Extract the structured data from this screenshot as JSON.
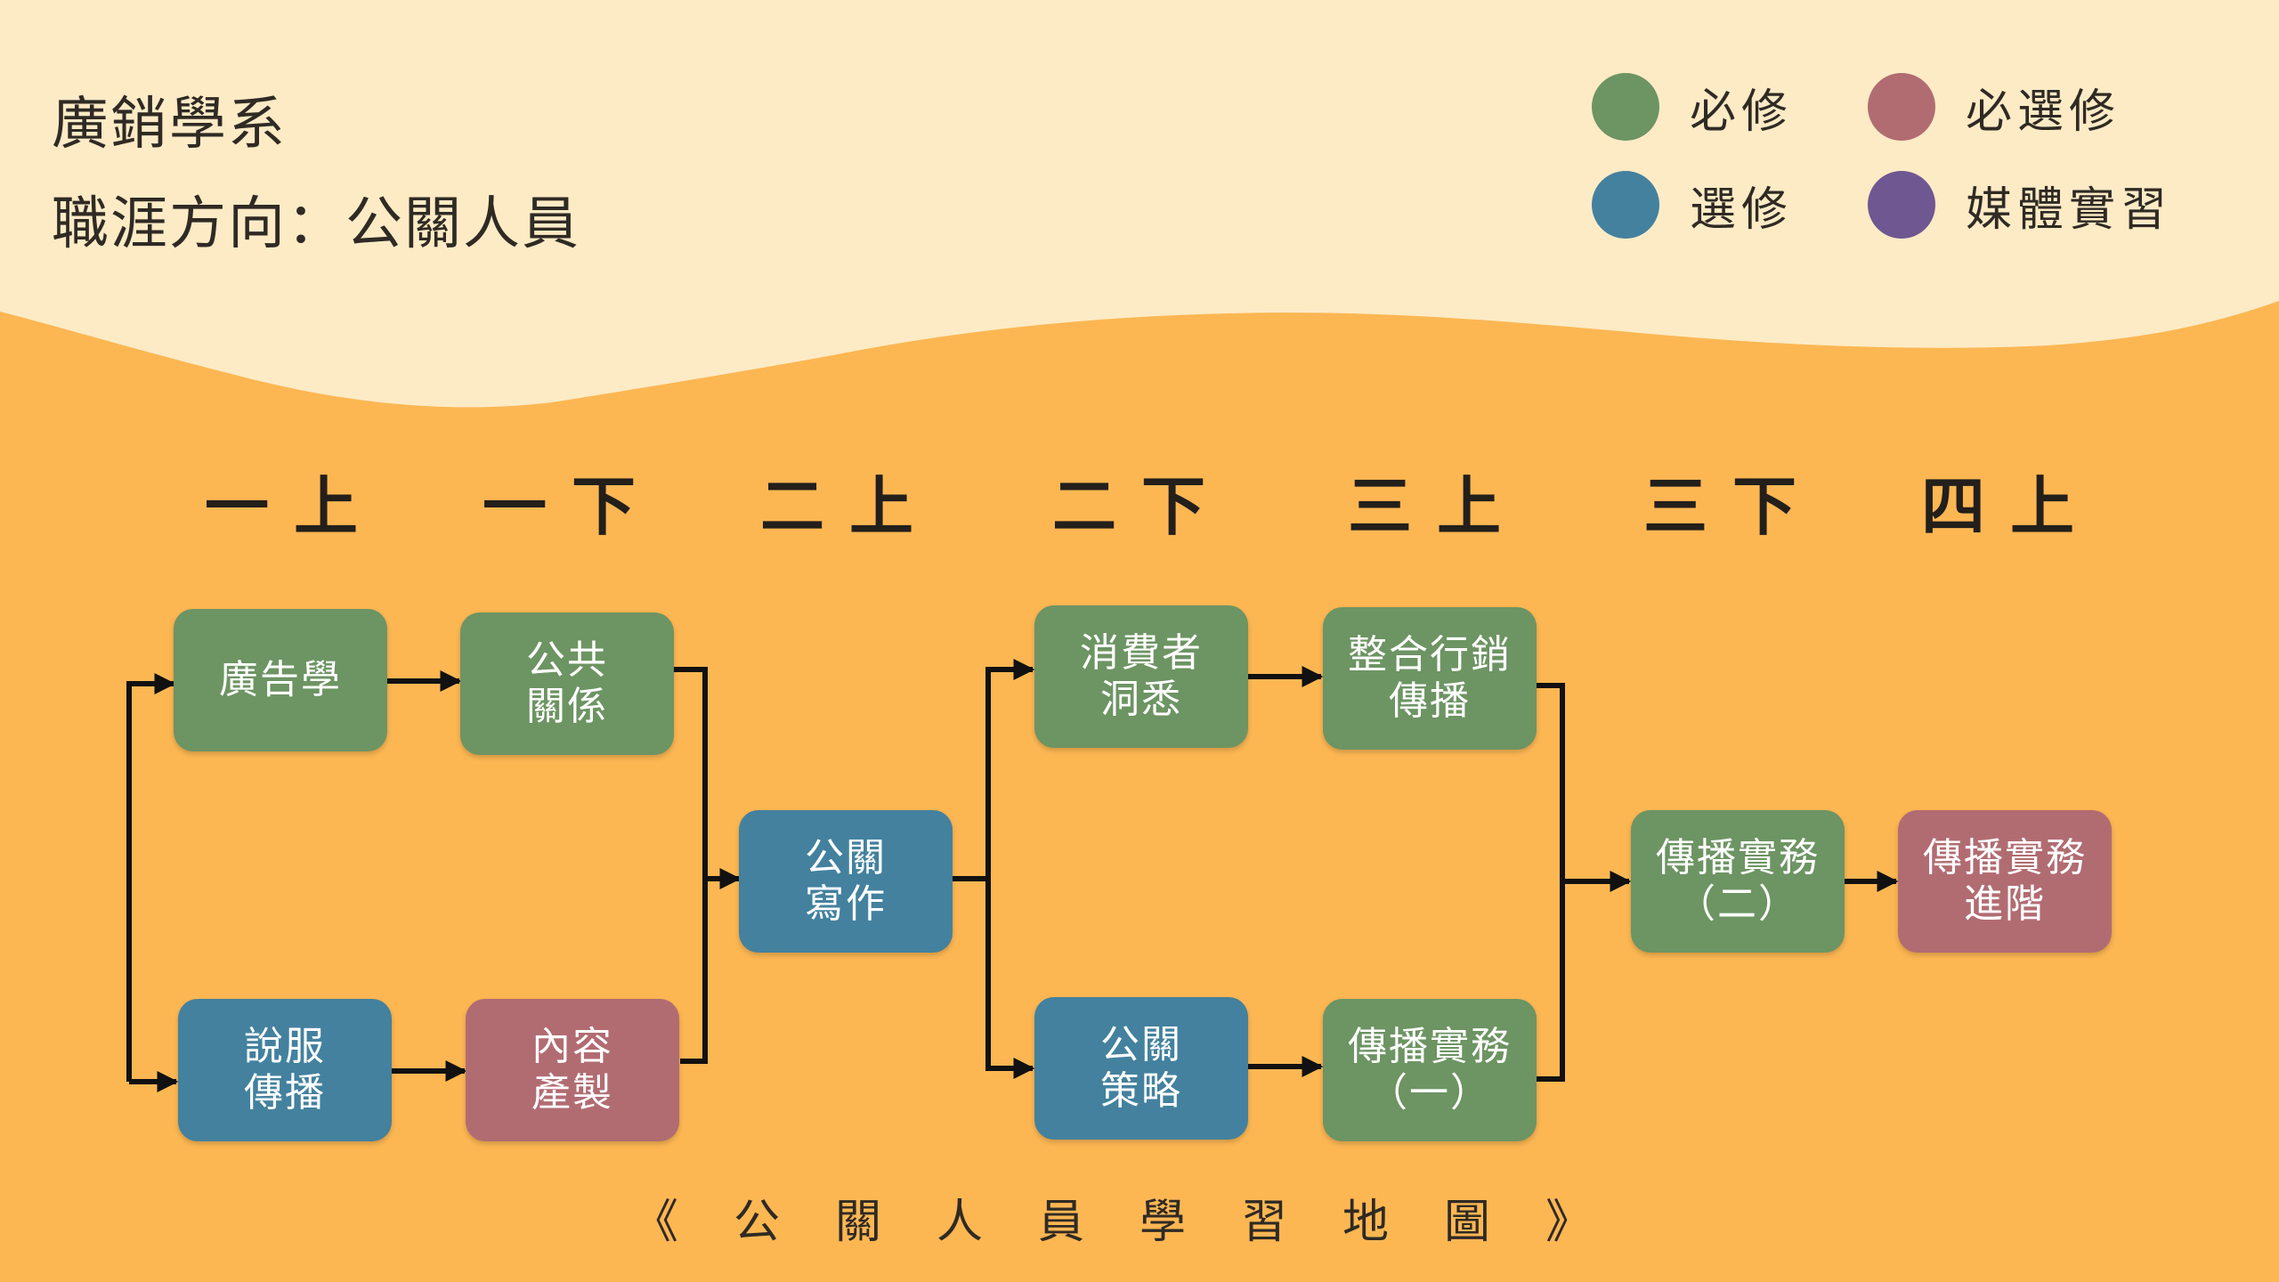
{
  "header": {
    "department": "廣銷學系",
    "career_direction": "職涯方向：公關人員"
  },
  "legend": [
    {
      "label": "必修",
      "color": "#6d9463"
    },
    {
      "label": "必選修",
      "color": "#b16c72"
    },
    {
      "label": "選修",
      "color": "#43819e"
    },
    {
      "label": "媒體實習",
      "color": "#6f5791"
    }
  ],
  "semesters": [
    "一上",
    "一下",
    "二上",
    "二下",
    "三上",
    "三下",
    "四上"
  ],
  "courses": {
    "advertising": {
      "line1": "廣告學",
      "line2": "",
      "category": "必修"
    },
    "public_relations": {
      "line1": "公共",
      "line2": "關係",
      "category": "必修"
    },
    "persuasive_communication": {
      "line1": "說服",
      "line2": "傳播",
      "category": "選修"
    },
    "content_production": {
      "line1": "內容",
      "line2": "產製",
      "category": "必選修"
    },
    "pr_writing": {
      "line1": "公關",
      "line2": "寫作",
      "category": "選修"
    },
    "consumer_insight": {
      "line1": "消費者",
      "line2": "洞悉",
      "category": "必修"
    },
    "pr_strategy": {
      "line1": "公關",
      "line2": "策略",
      "category": "選修"
    },
    "imc": {
      "line1": "整合行銷",
      "line2": "傳播",
      "category": "必修"
    },
    "practice_1": {
      "line1": "傳播實務",
      "line2": "（一）",
      "category": "必修"
    },
    "practice_2": {
      "line1": "傳播實務",
      "line2": "（二）",
      "category": "必修"
    },
    "practice_advanced": {
      "line1": "傳播實務",
      "line2": "進階",
      "category": "必選修"
    }
  },
  "footer": {
    "caption": "《公關人員學習地圖》"
  }
}
